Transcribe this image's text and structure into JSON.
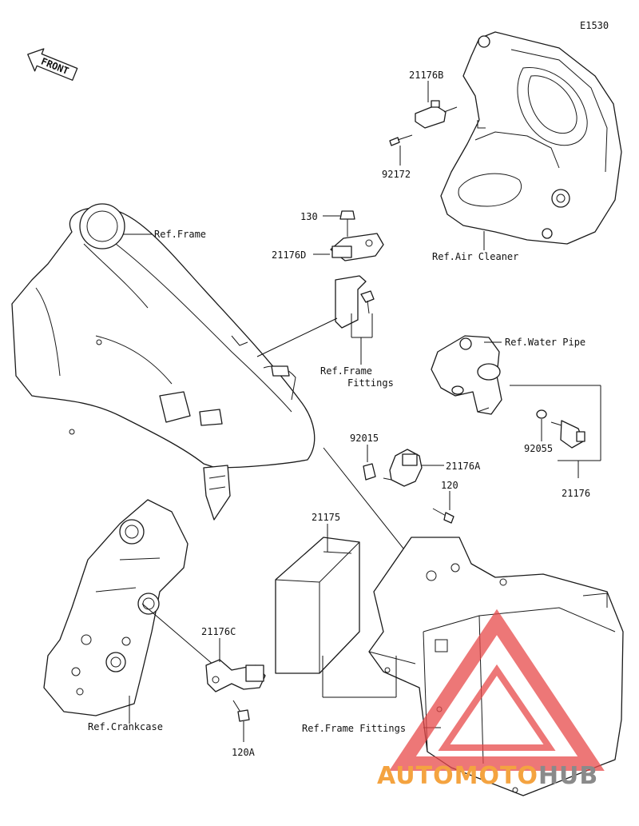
{
  "diagram_code": "E1530",
  "front_label": "FRONT",
  "parts": {
    "p21176B": "21176B",
    "p92172": "92172",
    "p130": "130",
    "p21176D": "21176D",
    "p92015": "92015",
    "p21176A": "21176A",
    "p120": "120",
    "p21175": "21175",
    "p21176C": "21176C",
    "p120A": "120A",
    "p92055": "92055",
    "p21176": "21176"
  },
  "references": {
    "frame": "Ref.Frame",
    "air_cleaner": "Ref.Air Cleaner",
    "frame_fittings_upper_line1": "Ref.Frame",
    "frame_fittings_upper_line2": "Fittings",
    "water_pipe": "Ref.Water Pipe",
    "crankcase": "Ref.Crankcase",
    "frame_fittings_lower": "Ref.Frame Fittings"
  },
  "watermark": {
    "part1": "AUTOMOTO",
    "part2": "HUB",
    "color_orange": "#f4a340",
    "color_gray": "#8a8a8a",
    "color_red": "#e84a4a"
  }
}
